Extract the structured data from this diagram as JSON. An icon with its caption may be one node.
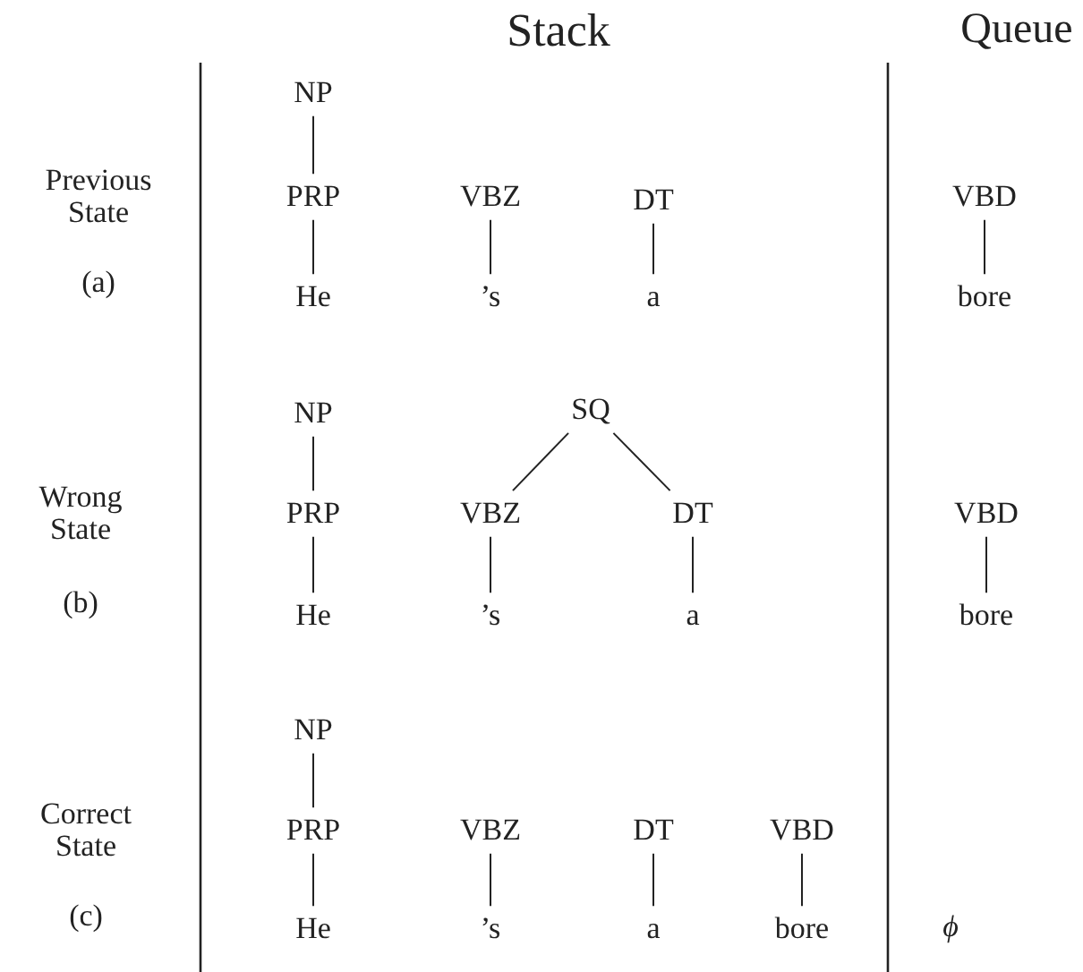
{
  "diagram": {
    "nodes": [
      {
        "text": [
          "NP"
        ]
      },
      {
        "text": [
          "PRP"
        ]
      },
      {
        "text": [
          "VBZ"
        ]
      },
      {
        "text": [
          "DT"
        ]
      },
      {
        "text": [
          "VBD"
        ]
      },
      {
        "text": [
          "He"
        ]
      },
      {
        "text": [
          "’s"
        ]
      },
      {
        "text": [
          "a"
        ]
      },
      {
        "text": [
          "bore"
        ]
      },
      {
        "text": [
          "NP"
        ]
      },
      {
        "text": [
          "SQ"
        ]
      },
      {
        "text": [
          "PRP"
        ]
      },
      {
        "text": [
          "VBZ"
        ]
      },
      {
        "text": [
          "DT"
        ]
      },
      {
        "text": [
          "VBD"
        ]
      },
      {
        "text": [
          "He"
        ]
      },
      {
        "text": [
          "’s"
        ]
      },
      {
        "text": [
          "a"
        ]
      },
      {
        "text": [
          "bore"
        ]
      },
      {
        "text": [
          "NP"
        ]
      },
      {
        "text": [
          "PRP"
        ]
      },
      {
        "text": [
          "VBZ"
        ]
      },
      {
        "text": [
          "DT"
        ]
      },
      {
        "text": [
          "VBD"
        ]
      },
      {
        "text": [
          "He"
        ]
      },
      {
        "text": [
          "’s"
        ]
      },
      {
        "text": [
          "a"
        ]
      },
      {
        "text": [
          "bore"
        ]
      }
    ],
    "edges": [
      {
        "from": 0,
        "to": 1,
        "arrow": "none"
      },
      {
        "from": 1,
        "to": 5,
        "arrow": "none"
      },
      {
        "from": 2,
        "to": 6,
        "arrow": "none"
      },
      {
        "from": 3,
        "to": 7,
        "arrow": "none"
      },
      {
        "from": 4,
        "to": 8,
        "arrow": "none"
      },
      {
        "from": 9,
        "to": 11,
        "arrow": "none"
      },
      {
        "from": 10,
        "to": 12,
        "arrow": "none"
      },
      {
        "from": 10,
        "to": 13,
        "arrow": "none"
      },
      {
        "from": 11,
        "to": 15,
        "arrow": "none"
      },
      {
        "from": 12,
        "to": 16,
        "arrow": "none"
      },
      {
        "from": 13,
        "to": 17,
        "arrow": "none"
      },
      {
        "from": 14,
        "to": 18,
        "arrow": "none"
      },
      {
        "from": 19,
        "to": 20,
        "arrow": "none"
      },
      {
        "from": 20,
        "to": 24,
        "arrow": "none"
      },
      {
        "from": 21,
        "to": 25,
        "arrow": "none"
      },
      {
        "from": 22,
        "to": 26,
        "arrow": "none"
      },
      {
        "from": 23,
        "to": 27,
        "arrow": "none"
      }
    ],
    "labels": [
      "Stack",
      "Queue",
      "Previous State",
      "(a)",
      "Wrong State",
      "(b)",
      "Correct State",
      "(c)",
      "ϕ"
    ]
  }
}
